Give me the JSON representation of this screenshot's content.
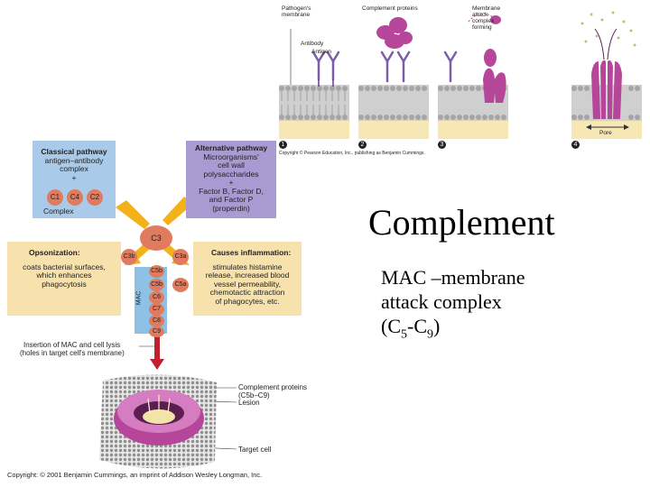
{
  "title": "Complement",
  "body_lines": [
    "MAC –membrane",
    "attack complex"
  ],
  "formula": {
    "prefix": "(C",
    "sub1": "5",
    "mid": "-C",
    "sub2": "9",
    "suffix": ")"
  },
  "top_figure": {
    "labels": {
      "pathogen_membrane": "Pathogen's membrane",
      "antibody": "Antibody",
      "antigen": "Antigen",
      "complement_proteins": "Complement proteins",
      "mac_forming": "Membrane attack complex forming",
      "pore": "Pore"
    },
    "steps": [
      "1",
      "2",
      "3",
      "4"
    ],
    "copyright": "Copyright © Pearson Education, Inc., publishing as Benjamin Cummings."
  },
  "pathway": {
    "classical": {
      "title": "Classical pathway",
      "text": [
        "antigen–antibody",
        "complex"
      ],
      "plus": "+",
      "proteins": [
        "C1",
        "C4",
        "C2"
      ],
      "complex_label": "Complex"
    },
    "alternative": {
      "title": "Alternative pathway",
      "text": [
        "Microorganisms'",
        "cell wall",
        "polysaccharides",
        "+",
        "Factor B, Factor D,",
        "and Factor P",
        "(properdin)"
      ]
    },
    "c3": "C3",
    "c3b": "C3b",
    "c3a": "C3a",
    "c5b": "C5b",
    "c5a": "C5a",
    "mac_label": "MAC",
    "mac_proteins": [
      "C5b",
      "C6",
      "C7",
      "C8",
      "C9"
    ],
    "opsonization": {
      "title": "Opsonization:",
      "text": [
        "coats bacterial surfaces,",
        "which enhances",
        "phagocytosis"
      ]
    },
    "inflammation": {
      "title": "Causes inflammation:",
      "text": [
        "stimulates histamine",
        "release, increased blood",
        "vessel permeability,",
        "chemotactic attraction",
        "of phagocytes, etc."
      ]
    },
    "insertion": [
      "Insertion of MAC and cell lysis",
      "(holes in target cell's membrane)"
    ],
    "bottom_labels": {
      "complement_proteins": [
        "Complement proteins",
        "(C5b–C9)"
      ],
      "lesion": "Lesion",
      "target_cell": "Target cell"
    },
    "copyright": "Copyright: © 2001 Benjamin Cummings, an imprint of Addison Wesley Longman, Inc."
  },
  "colors": {
    "classical_box": "#a9cbe9",
    "alternative_box": "#a99ad1",
    "effect_box": "#f7e2ad",
    "protein": "#e07b5f",
    "arrow": "#f4b21a",
    "mac_bar": "#8ec1e6",
    "lysis_arrow": "#c21f2f",
    "mac_pink": "#b5469a"
  }
}
